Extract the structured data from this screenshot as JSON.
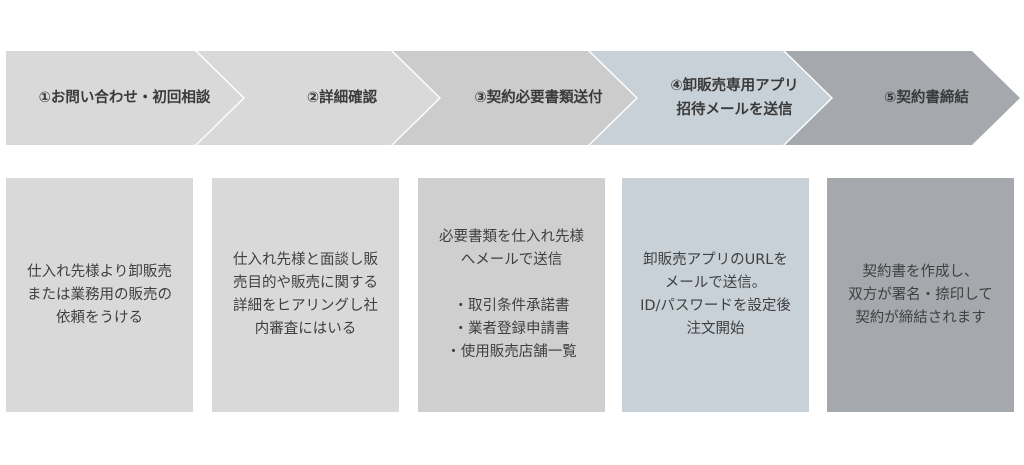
{
  "steps": [
    {
      "label": "①お問い合わせ・初回相談",
      "color": "#d9d9d9"
    },
    {
      "label": "②詳細確認",
      "color": "#d9d9d9"
    },
    {
      "label": "③契約必要書類送付",
      "color": "#cccccc"
    },
    {
      "label": "④卸販売専用アプリ\n招待メールを送信",
      "color": "#c8d1d8"
    },
    {
      "label": "⑤契約書締結",
      "color": "#a5a9ae"
    }
  ],
  "details": [
    {
      "text": "仕入れ先様より卸販売\nまたは業務用の販売の\n依頼をうける",
      "color": "#d9d9d9"
    },
    {
      "text": "仕入れ先様と面談し販\n売目的や販売に関する\n詳細をヒアリングし社\n内審査にはいる",
      "color": "#d9d9d9"
    },
    {
      "text": "必要書類を仕入れ先様\nへメールで送信\n\n・取引条件承諾書\n・業者登録申請書\n・使用販売店舗一覧",
      "color": "#cfcfcf"
    },
    {
      "text": "卸販売アプリのURLを\nメールで送信。\nID/パスワードを設定後\n注文開始",
      "color": "#c8d1d8"
    },
    {
      "text": "契約書を作成し、\n双方が署名・捺印して\n契約が締結されます",
      "color": "#a5a9ae"
    }
  ]
}
